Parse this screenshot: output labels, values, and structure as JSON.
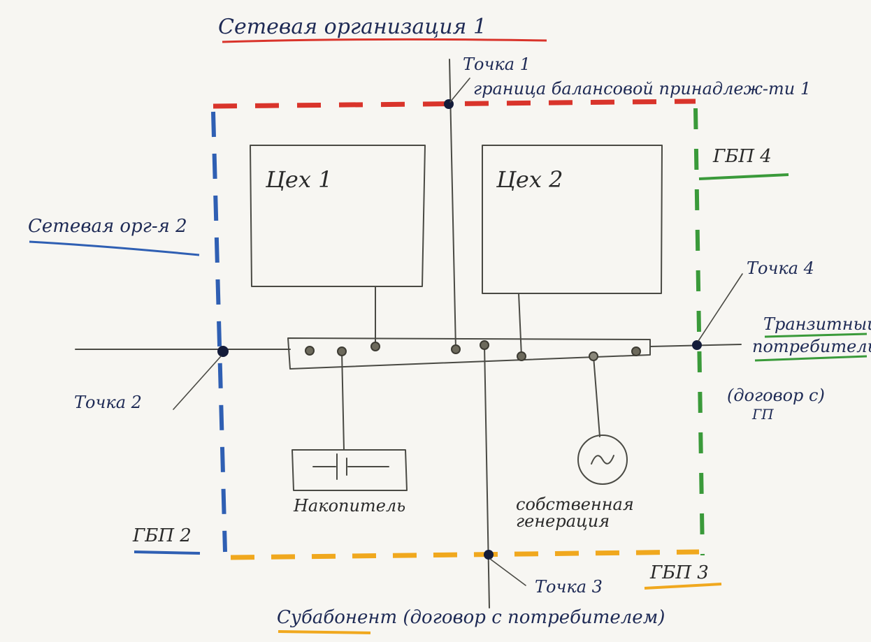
{
  "network_org_1": "Сетевая организация 1",
  "network_org_2": "Сетевая орг-я 2",
  "point_1": "Точка 1",
  "point_1_note": "граница балансовой принадлеж-ти 1",
  "point_2": "Точка 2",
  "point_3": "Точка 3",
  "point_4": "Точка 4",
  "workshop_1": "Цех 1",
  "workshop_2": "Цех 2",
  "storage": "Накопитель",
  "generation_line1": "собственная",
  "generation_line2": "генерация",
  "gbp_2": "ГБП 2",
  "gbp_3": "ГБП 3",
  "gbp_4": "ГБП 4",
  "transit_line1": "Транзитный",
  "transit_line2": "потребитель",
  "contract_gp_line1": "(договор с)",
  "contract_gp_line2": "ГП",
  "subscriber": "Субабонент (договор с потребителем)",
  "colors": {
    "red_boundary": "#d9342b",
    "blue_boundary": "#2f5fb3",
    "green_boundary": "#3a9a3a",
    "orange_boundary": "#f0a81e",
    "ink": "#1e2a55",
    "pencil": "#4a4a44"
  }
}
